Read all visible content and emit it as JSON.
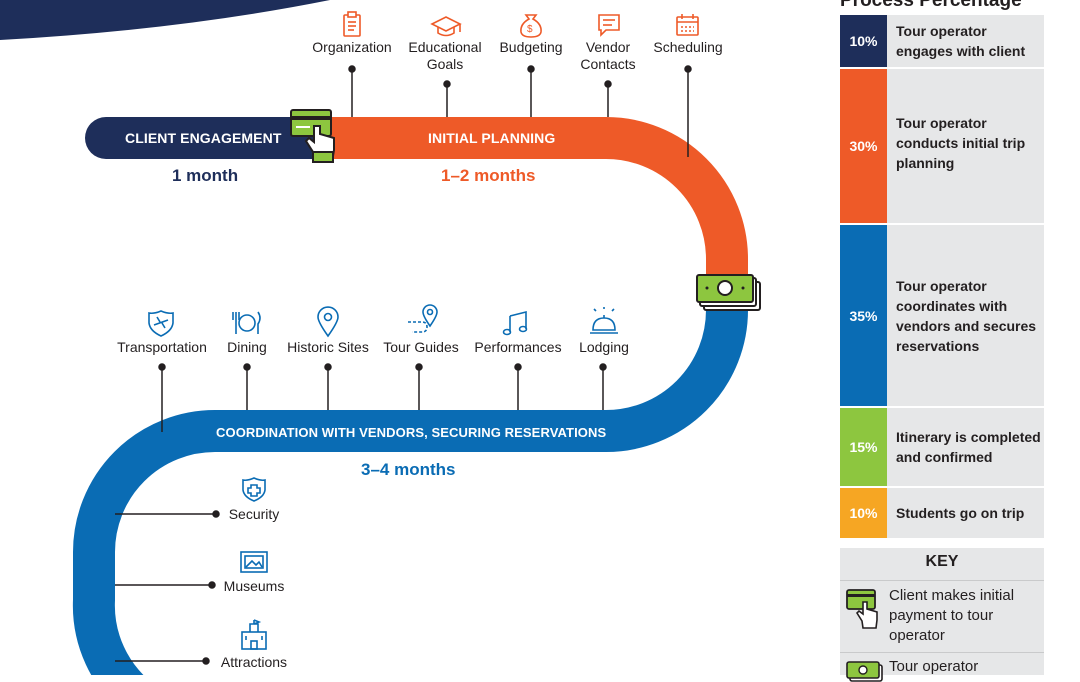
{
  "phases": {
    "client_engagement": {
      "label": "CLIENT ENGAGEMENT",
      "duration": "1 month"
    },
    "initial_planning": {
      "label": "INITIAL PLANNING",
      "duration": "1–2 months"
    },
    "coordination": {
      "label": "COORDINATION WITH VENDORS, SECURING RESERVATIONS",
      "duration": "3–4 months"
    }
  },
  "planning_items": [
    {
      "label": "Organization",
      "icon": "clipboard-icon"
    },
    {
      "label": "Educational Goals",
      "icon": "graduation-cap-icon"
    },
    {
      "label": "Budgeting",
      "icon": "money-bag-icon"
    },
    {
      "label": "Vendor Contacts",
      "icon": "chat-bubble-icon"
    },
    {
      "label": "Scheduling",
      "icon": "calendar-icon"
    }
  ],
  "coordination_items": [
    {
      "label": "Transportation",
      "icon": "airplane-shield-icon"
    },
    {
      "label": "Dining",
      "icon": "plate-utensils-icon"
    },
    {
      "label": "Historic Sites",
      "icon": "location-pin-icon"
    },
    {
      "label": "Tour Guides",
      "icon": "route-pin-icon"
    },
    {
      "label": "Performances",
      "icon": "music-note-icon"
    },
    {
      "label": "Lodging",
      "icon": "service-bell-icon"
    }
  ],
  "lower_items": [
    {
      "label": "Security",
      "icon": "shield-cross-icon"
    },
    {
      "label": "Museums",
      "icon": "framed-picture-icon"
    },
    {
      "label": "Attractions",
      "icon": "castle-icon"
    }
  ],
  "process_percentage": {
    "title": "Process Percentage",
    "rows": [
      {
        "pct": "10%",
        "text": "Tour operator engages with client",
        "color": "#1e2e5a"
      },
      {
        "pct": "30%",
        "text": "Tour operator conducts initial trip planning",
        "color": "#ee5a28"
      },
      {
        "pct": "35%",
        "text": "Tour operator coordinates with vendors and secures reservations",
        "color": "#0a6cb4"
      },
      {
        "pct": "15%",
        "text": "Itinerary is completed and confirmed",
        "color": "#8dc63f"
      },
      {
        "pct": "10%",
        "text": "Students go on trip",
        "color": "#f6a623"
      }
    ]
  },
  "key": {
    "title": "KEY",
    "items": [
      {
        "text": "Client makes initial payment to tour operator",
        "icon": "card-payment-icon"
      },
      {
        "text": "Tour operator",
        "icon": "cash-stack-icon"
      }
    ]
  },
  "colors": {
    "navy": "#1e2e5a",
    "orange": "#ee5a28",
    "blue": "#0a6cb4",
    "green": "#8dc63f",
    "yellow": "#f6a623",
    "panel_gray": "#e6e7e8"
  }
}
